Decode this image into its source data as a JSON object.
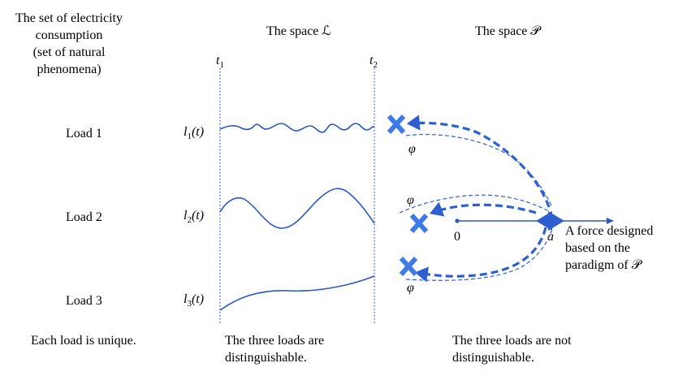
{
  "left_column": {
    "header_lines": [
      "The set of electricity",
      "consumption",
      "(set of natural",
      "phenomena)"
    ],
    "load_labels": [
      "Load 1",
      "Load 2",
      "Load 3"
    ],
    "footer": "Each load is unique."
  },
  "middle_column": {
    "header_prefix": "The space ",
    "header_symbol": "ℒ",
    "time_start_base": "t",
    "time_start_sub": "1",
    "time_end_base": "t",
    "time_end_sub": "2",
    "signal_labels": [
      {
        "base": "l",
        "sub": "1",
        "arg": "(t)"
      },
      {
        "base": "l",
        "sub": "2",
        "arg": "(t)"
      },
      {
        "base": "l",
        "sub": "3",
        "arg": "(t)"
      }
    ],
    "footer_lines": [
      "The three loads are",
      "distinguishable."
    ]
  },
  "right_column": {
    "header_prefix": "The space ",
    "header_symbol": "𝒫",
    "phi_symbol": "φ",
    "origin_label": "0",
    "point_label": "a",
    "force_lines": [
      "A force designed",
      "based on the",
      "paradigm of "
    ],
    "force_symbol": "𝒫",
    "footer_lines": [
      "The three loads are not",
      "distinguishable."
    ]
  },
  "colors": {
    "accent": "#2e5fd0",
    "marker": "#3f7ae6",
    "signal": "#2b57c9",
    "text": "#000000"
  }
}
